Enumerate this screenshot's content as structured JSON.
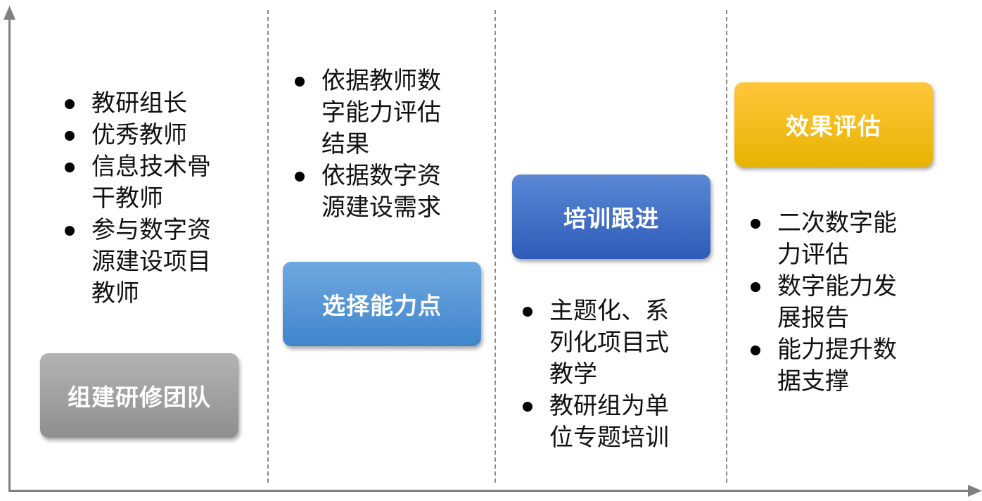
{
  "stages": [
    {
      "label": "组建研修团队",
      "color_top": "#b3b3b3",
      "color_bottom": "#8f8f8f",
      "items": [
        [
          "教研组长"
        ],
        [
          "优秀教师"
        ],
        [
          "信息技术骨",
          "干教师"
        ],
        [
          "参与数字资",
          "源建设项目",
          "教师"
        ]
      ]
    },
    {
      "label": "选择能力点",
      "color_top": "#6fa8e0",
      "color_bottom": "#3f86cc",
      "items": [
        [
          "依据教师数",
          "字能力评估",
          "结果"
        ],
        [
          "依据数字资",
          "源建设需求"
        ]
      ]
    },
    {
      "label": "培训跟进",
      "color_top": "#5a88d6",
      "color_bottom": "#2d5bb8",
      "items": [
        [
          "主题化、系",
          "列化项目式",
          "教学"
        ],
        [
          "教研组为单",
          "位专题培训"
        ]
      ]
    },
    {
      "label": "效果评估",
      "color_top": "#ffc63d",
      "color_bottom": "#e8b400",
      "items": [
        [
          "二次数字能",
          "力评估"
        ],
        [
          "数字能力发",
          "展报告"
        ],
        [
          "能力提升数",
          "据支撑"
        ]
      ]
    }
  ]
}
